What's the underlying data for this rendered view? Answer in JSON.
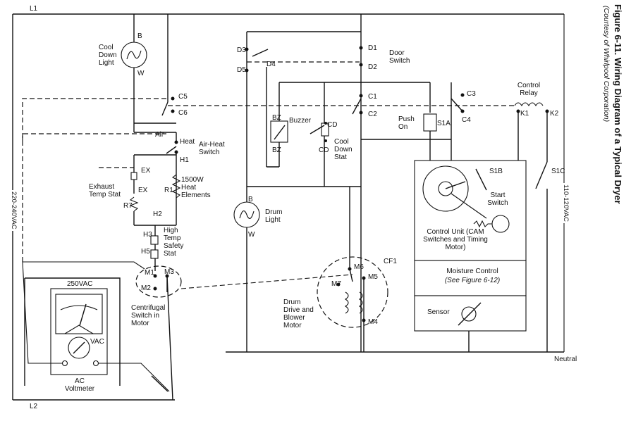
{
  "figure": {
    "title": "Figure 6-11. Wiring Diagram of a Typical Dryer",
    "credit": "(Courtesy of Whirlpool Corporation)"
  },
  "lines": {
    "l1": "L1",
    "l2": "L2",
    "neutral": "Neutral",
    "v220": "220-240VAC",
    "v110": "110-120VAC"
  },
  "components": {
    "cool_down_light": "Cool Down Light",
    "air_heat_switch": "Air-Heat Switch",
    "air": "Air",
    "heat": "Heat",
    "heat_elements": "1500W Heat Elements",
    "exhaust_temp_stat": "Exhaust Temp Stat",
    "high_temp_safety_stat": "High Temp Safety Stat",
    "centrifugal_switch": "Centrifugal Switch in Motor",
    "voltmeter": "AC Voltmeter",
    "voltmeter_range": "250VAC",
    "voltmeter_dial": "VAC",
    "door_switch": "Door Switch",
    "buzzer": "Buzzer",
    "cool_down_stat": "Cool Down Stat",
    "drum_light": "Drum Light",
    "push_on": "Push On",
    "control_relay": "Control Relay",
    "start_switch": "Start Switch",
    "control_unit": "Control Unit (CAM Switches and Timing Motor)",
    "moisture_control": "Moisture Control",
    "moisture_ref": "(See Figure 6-12)",
    "sensor": "Sensor",
    "drum_drive_motor": "Drum Drive and Blower Motor"
  },
  "terminals": {
    "b": "B",
    "w": "W",
    "c5": "C5",
    "c6": "C6",
    "c1": "C1",
    "c2": "C2",
    "c3": "C3",
    "c4": "C4",
    "cd1": "CD",
    "cd2": "CD",
    "h1": "H1",
    "h2": "H2",
    "h3": "H3",
    "h5": "H5",
    "r1": "R1",
    "r7": "R7",
    "ex1": "EX",
    "ex2": "EX",
    "d1": "D1",
    "d2": "D2",
    "d3": "D3",
    "d4": "D4",
    "d5": "D5",
    "bz1": "BZ",
    "bz2": "BZ",
    "s1a": "S1A",
    "s1b": "S1B",
    "s1c": "S1C",
    "k1": "K1",
    "k2": "K2",
    "m1": "M1",
    "m2": "M2",
    "m3": "M3",
    "m4": "M4",
    "m5": "M5",
    "m6": "M6",
    "m7": "M7",
    "cf1": "CF1"
  }
}
